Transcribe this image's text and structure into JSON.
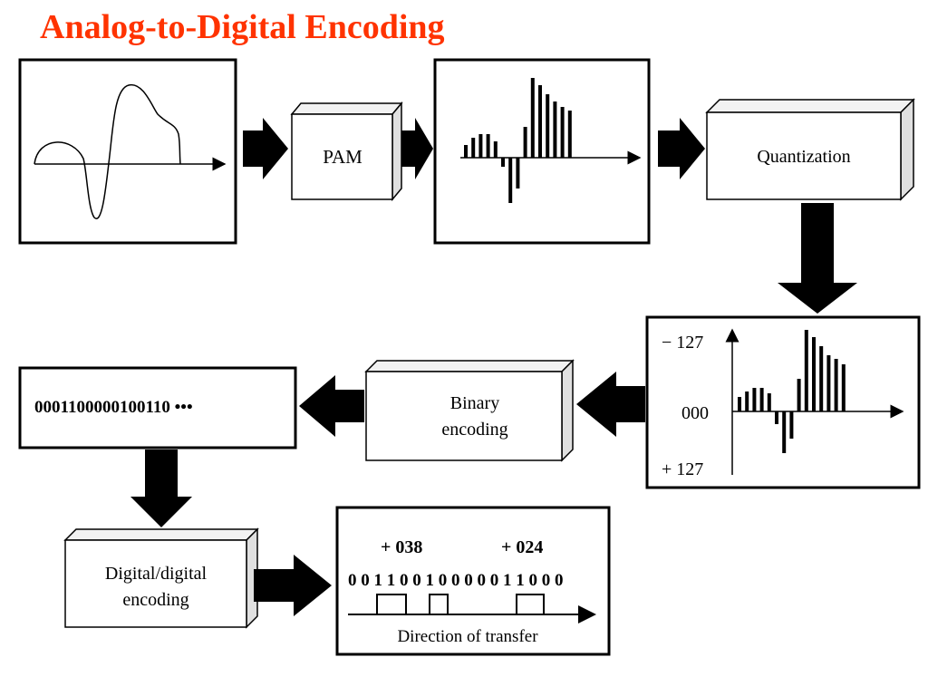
{
  "title": "Analog-to-Digital Encoding",
  "colors": {
    "title": "#ff3300",
    "ink": "#000000",
    "box_face": "#ffffff",
    "box_side": "#e8e8e8"
  },
  "blocks": {
    "pam": "PAM",
    "quantization": "Quantization",
    "binary_encoding": [
      "Binary",
      "encoding"
    ],
    "digital_encoding": [
      "Digital/digital",
      "encoding"
    ]
  },
  "quantized_axis": {
    "top": "− 127",
    "middle": "000",
    "bottom": "+ 127"
  },
  "bitstream": "0001100000100110 •••",
  "transfer": {
    "value_1": "+ 038",
    "value_2": "+ 024",
    "bits": "0 0 1 1 0 0 1 0 0 0 0 0 1 1 0 0 0",
    "caption": "Direction of transfer"
  }
}
